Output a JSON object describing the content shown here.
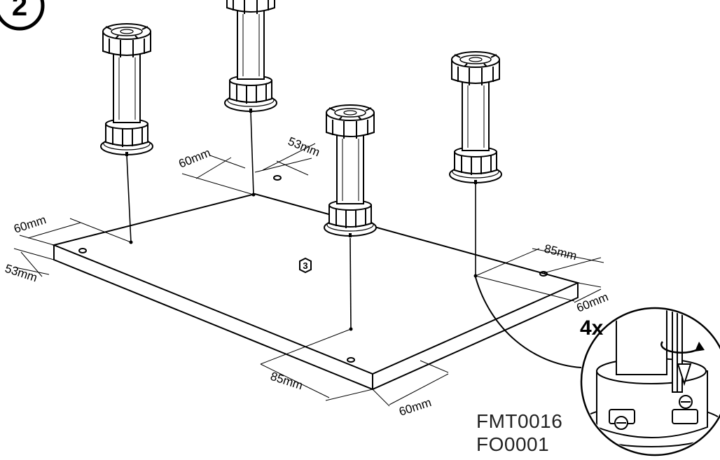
{
  "step": {
    "number": "2"
  },
  "panel": {
    "part_label": "3"
  },
  "dimensions": {
    "left_front_60": "60mm",
    "left_front_53": "53mm",
    "left_back_60": "60mm",
    "left_back_53": "53mm",
    "right_back_85": "85mm",
    "right_back_60": "60mm",
    "right_front_85": "85mm",
    "right_front_60": "60mm"
  },
  "detail": {
    "quantity": "4x"
  },
  "codes": {
    "line1": "FMT0016",
    "line2": "FO0001"
  }
}
